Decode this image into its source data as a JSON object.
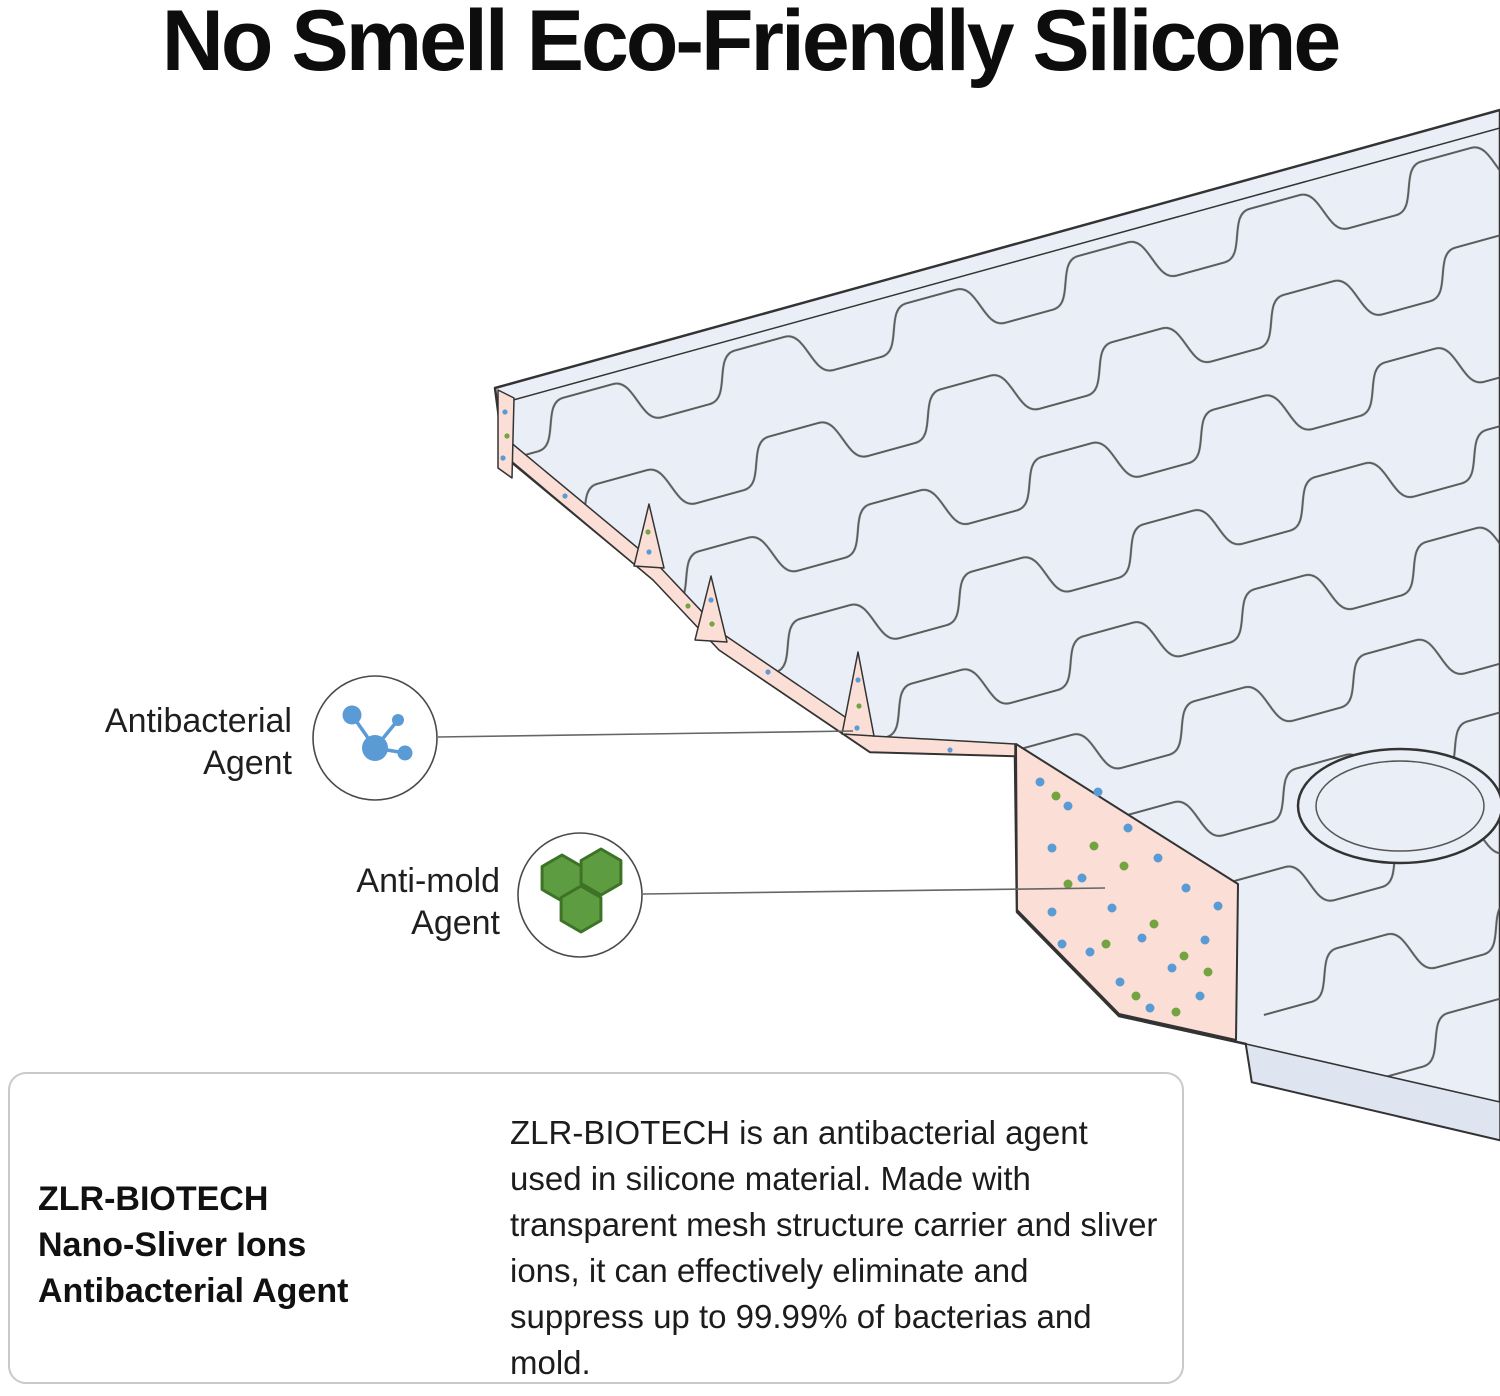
{
  "title": "No Smell Eco-Friendly Silicone",
  "callouts": {
    "antibacterial": {
      "line1": "Antibacterial",
      "line2": "Agent",
      "icon": "molecule-icon",
      "color": "#5b9bd5"
    },
    "antimold": {
      "line1": "Anti-mold",
      "line2": "Agent",
      "icon": "hexagon-cluster-icon",
      "color": "#5d9c41"
    }
  },
  "info_box": {
    "heading": {
      "line1": "ZLR-BIOTECH",
      "line2": "Nano-Sliver Ions",
      "line3": "Antibacterial Agent"
    },
    "description": "ZLR-BIOTECH is an antibacterial agent used in silicone material. Made with transparent mesh structure carrier and sliver ions, it can effectively eliminate and suppress up to 99.99% of bacterias and mold."
  },
  "illustration": {
    "subject": "silicone-mat-cross-section",
    "colors": {
      "mat": "#eaeef6",
      "outline": "#333333",
      "cut_face": "#fbdfd6",
      "antibacterial_dot": "#5b9bd5",
      "antimold_dot": "#74a341"
    }
  }
}
